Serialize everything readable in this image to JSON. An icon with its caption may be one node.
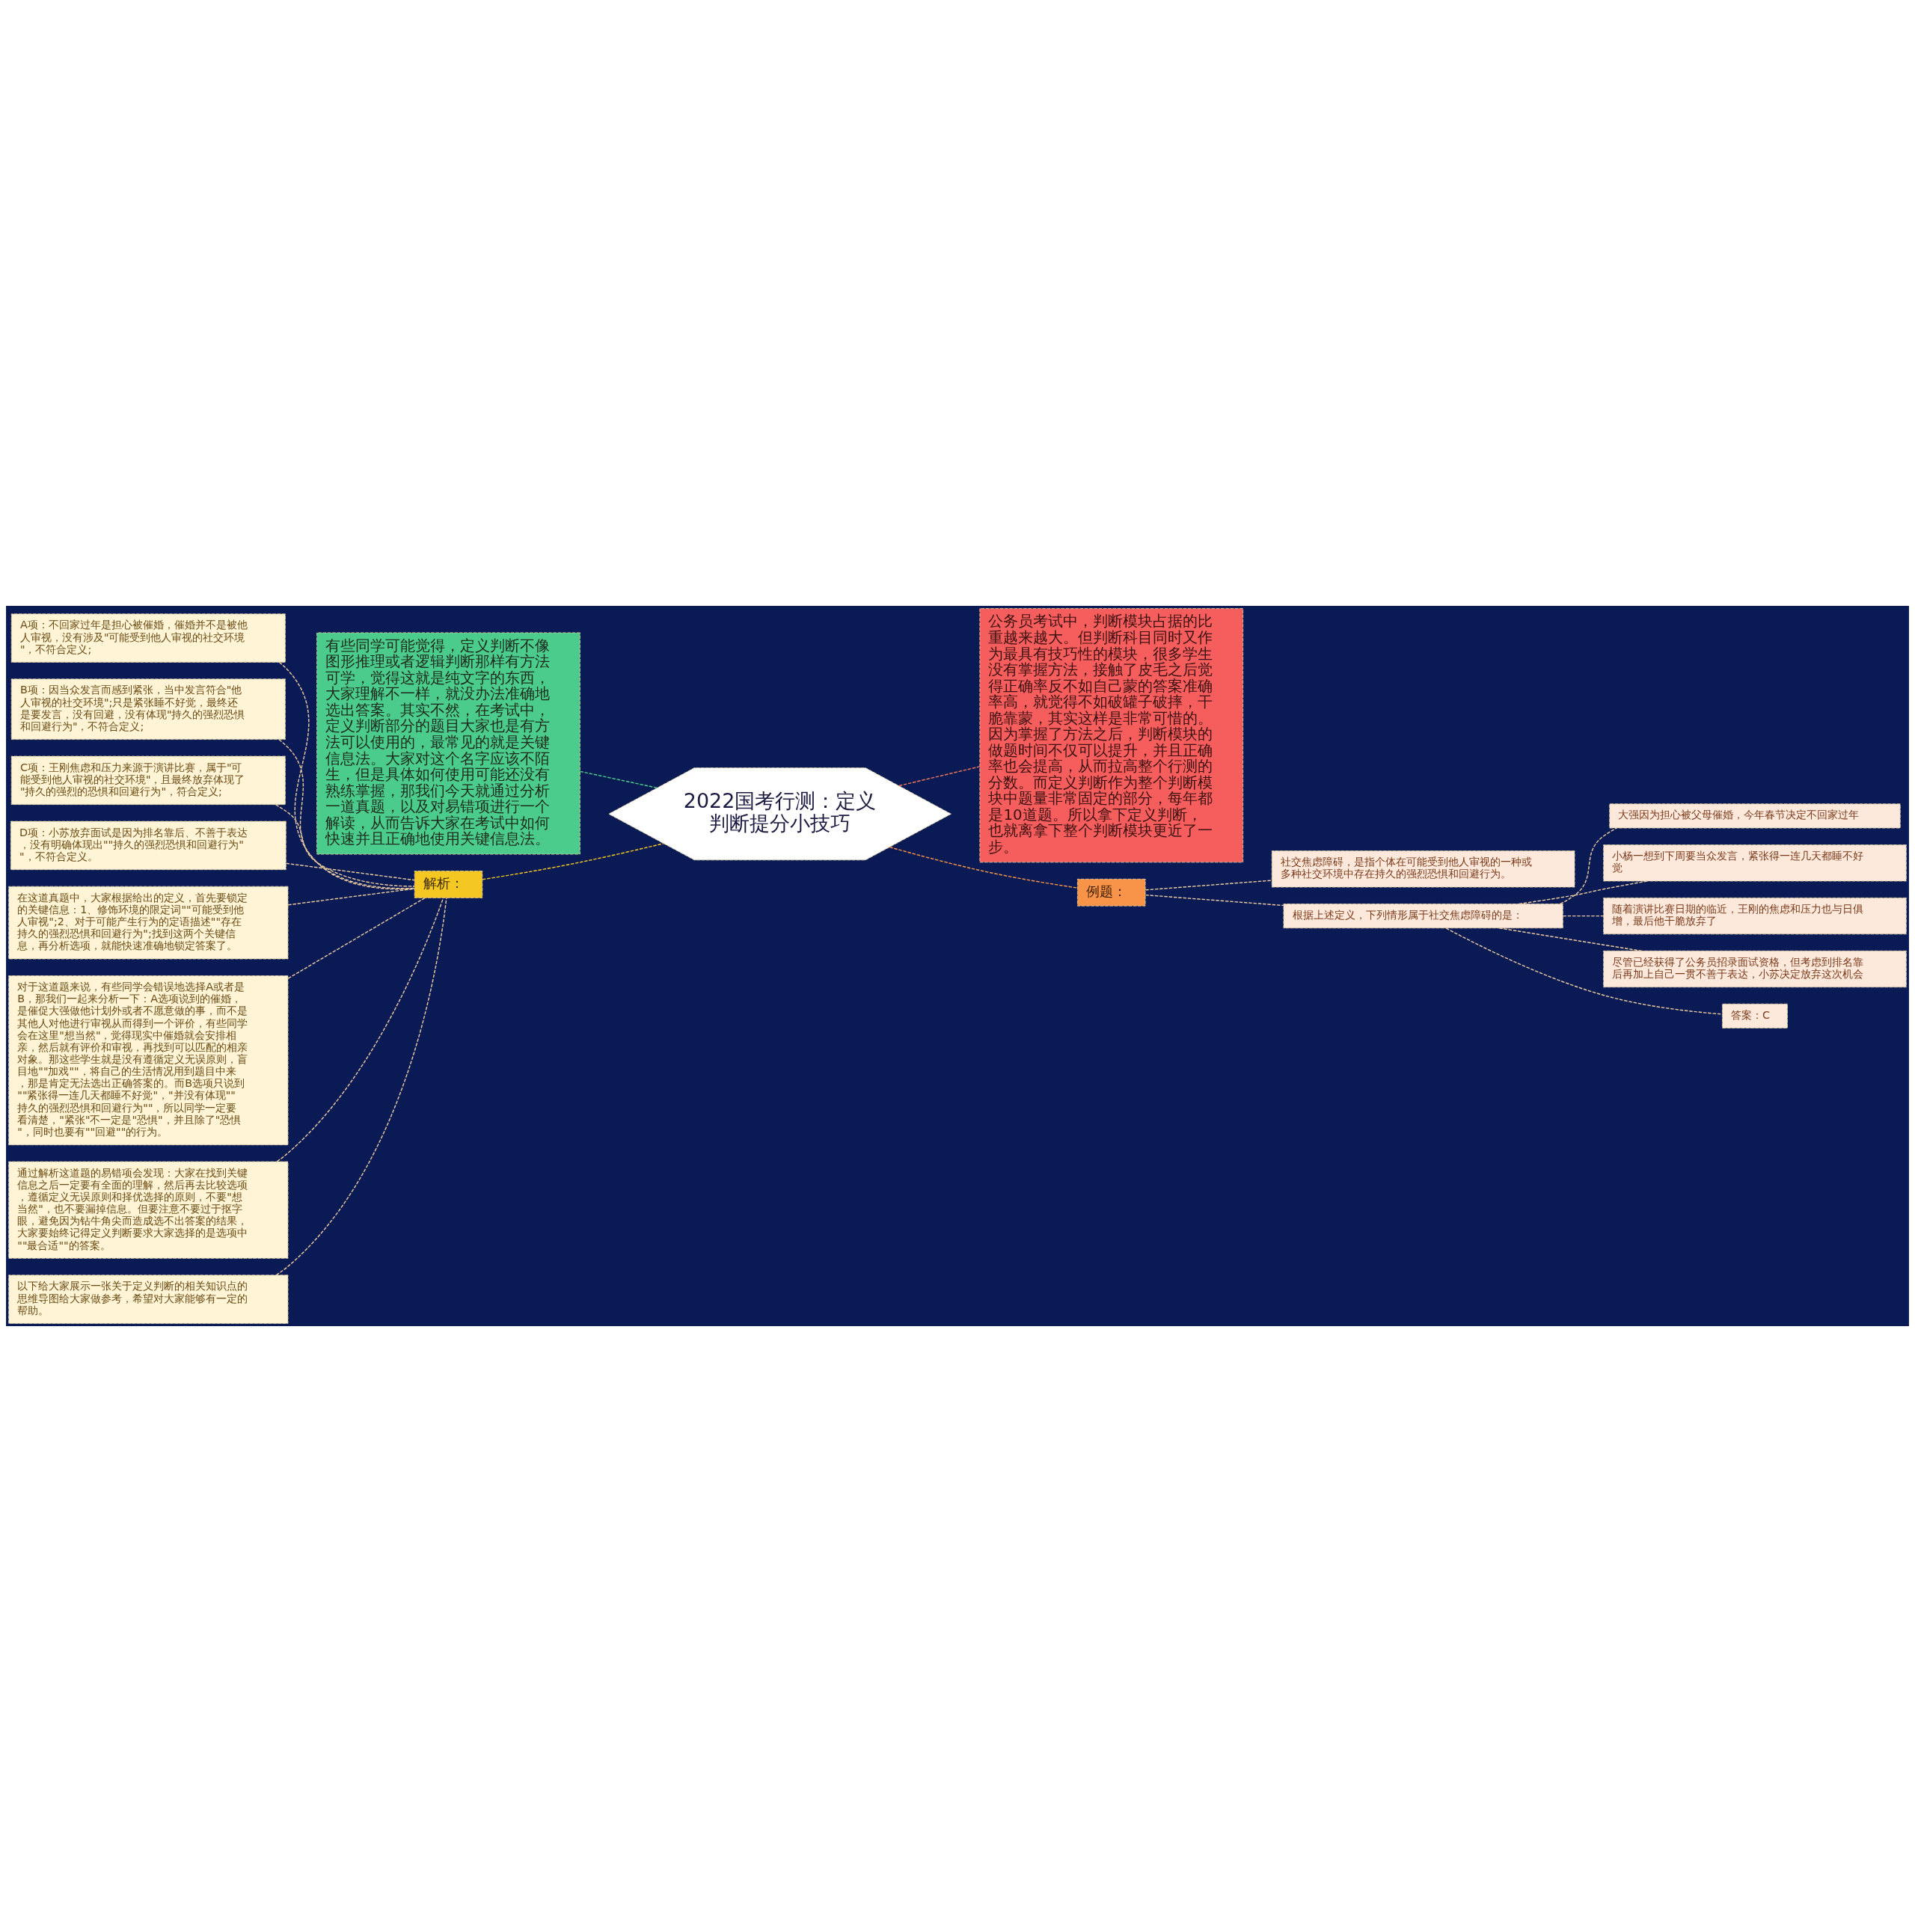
{
  "diagram": {
    "nodes": [
      {
        "text": [
          "2022国考行测：定义判断提分小技巧"
        ]
      },
      {
        "text": [
          "有些同学可能觉得，定义判断不像图形推理或者逻辑判断那样有方法可学，觉得这就是纯文字的东西，大家理解不一样，就没办法准确地选出答案。其实不然，在考试中，定义判断部分的题目大家也是有方法可以使用的，最常见的就是关键信息法。大家对这个名字应该不陌生，但是具体如何使用可能还没有熟练掌握，那我们今天就通过分析一道真题，以及对易错项进行一个解读，从而告诉大家在考试中如何快速并且正确地使用关键信息法。"
        ]
      },
      {
        "text": [
          "解析："
        ]
      },
      {
        "text": [
          "A项：不回家过年是担心被催婚，催婚并不是被他人审视，没有涉及\"可能受到他人审视的社交环境\"，不符合定义;"
        ]
      },
      {
        "text": [
          "B项：因当众发言而感到紧张，当中发言符合\"他人审视的社交环境\";只是紧张睡不好觉，最终还是要发言，没有回避，没有体现\"持久的强烈恐惧和回避行为\"，不符合定义;"
        ]
      },
      {
        "text": [
          "C项：王刚焦虑和压力来源于演讲比赛，属于\"可能受到他人审视的社交环境\"，且最终放弃体现了\"持久的强烈的恐惧和回避行为\"，符合定义;"
        ]
      },
      {
        "text": [
          "D项：小苏放弃面试是因为排名靠后、不善于表达，没有明确体现出\"\"持久的强烈恐惧和回避行为\"\"，不符合定义。"
        ]
      },
      {
        "text": [
          "在这道真题中，大家根据给出的定义，首先要锁定的关键信息：1、修饰环境的限定词\"\"可能受到他人审视\";2、对于可能产生行为的定语描述\"\"存在持久的强烈恐惧和回避行为\";找到这两个关键信息，再分析选项，就能快速准确地锁定答案了。"
        ]
      },
      {
        "text": [
          "对于这道题来说，有些同学会错误地选择A或者是B，那我们一起来分析一下：A选项说到的催婚，是催促大强做他计划外或者不愿意做的事，而不是其他人对他进行审视从而得到一个评价，有些同学会在这里\"想当然\"，觉得现实中催婚就会安排相亲，然后就有评价和审视，再找到可以匹配的相亲对象。那这些学生就是没有遵循定义无误原则，盲目地\"\"加戏\"\"，将自己的生活情况用到题目中来，那是肯定无法选出正确答案的。而B选项只说到\"\"紧张得一连几天都睡不好觉\"，\"并没有体现\"\"持久的强烈恐惧和回避行为\"\"，所以同学一定要看清楚，\"紧张\"不一定是\"恐惧\"，并且除了\"恐惧\"，同时也要有\"\"回避\"\"的行为。"
        ]
      },
      {
        "text": [
          "通过解析这道题的易错项会发现：大家在找到关键信息之后一定要有全面的理解，然后再去比较选项，遵循定义无误原则和择优选择的原则，不要\"想当然\"，也不要漏掉信息。但要注意不要过于抠字眼，避免因为钻牛角尖而造成选不出答案的结果，大家要始终记得定义判断要求大家选择的是选项中\"\"最合适\"\"的答案。"
        ]
      },
      {
        "text": [
          "以下给大家展示一张关于定义判断的相关知识点的思维导图给大家做参考，希望对大家能够有一定的帮助。"
        ]
      },
      {
        "text": [
          "公务员考试中，判断模块占据的比重越来越大。但判断科目同时又作为最具有技巧性的模块，很多学生没有掌握方法，接触了皮毛之后觉得正确率反不如自己蒙的答案准确率高，就觉得不如破罐子破摔，干脆靠蒙，其实这样是非常可惜的。因为掌握了方法之后，判断模块的做题时间不仅可以提升，并且正确率也会提高，从而拉高整个行测的分数。而定义判断作为整个判断模块中题量非常固定的部分，每年都是10道题。所以拿下定义判断，也就离拿下整个判断模块更近了一步。"
        ]
      },
      {
        "text": [
          "例题："
        ]
      },
      {
        "text": [
          "社交焦虑障碍，是指个体在可能受到他人审视的一种或多种社交环境中存在持久的强烈恐惧和回避行为。"
        ]
      },
      {
        "text": [
          "根据上述定义，下列情形属于社交焦虑障碍的是："
        ]
      },
      {
        "text": [
          "大强因为担心被父母催婚，今年春节决定不回家过年"
        ]
      },
      {
        "text": [
          "小杨一想到下周要当众发言，紧张得一连几天都睡不好觉"
        ]
      },
      {
        "text": [
          "随着演讲比赛日期的临近，王刚的焦虑和压力也与日俱增，最后他干脆放弃了"
        ]
      },
      {
        "text": [
          "尽管已经获得了公务员招录面试资格，但考虑到排名靠后再加上自己一贯不善于表达，小苏决定放弃这次机会"
        ]
      },
      {
        "text": [
          "答案：C"
        ]
      }
    ],
    "edges": [
      {
        "from": 0,
        "to": 1,
        "arrow": "none",
        "style": "dashed",
        "color": "#4ccc8c"
      },
      {
        "from": 0,
        "to": 2,
        "arrow": "none",
        "style": "dashed",
        "color": "#f5c723"
      },
      {
        "from": 2,
        "to": 3,
        "arrow": "none",
        "style": "dashed"
      },
      {
        "from": 2,
        "to": 4,
        "arrow": "none",
        "style": "dashed"
      },
      {
        "from": 2,
        "to": 5,
        "arrow": "none",
        "style": "dashed"
      },
      {
        "from": 2,
        "to": 6,
        "arrow": "none",
        "style": "dashed"
      },
      {
        "from": 2,
        "to": 7,
        "arrow": "none",
        "style": "dashed"
      },
      {
        "from": 2,
        "to": 8,
        "arrow": "none",
        "style": "dashed"
      },
      {
        "from": 2,
        "to": 9,
        "arrow": "none",
        "style": "dashed"
      },
      {
        "from": 2,
        "to": 10,
        "arrow": "none",
        "style": "dashed"
      },
      {
        "from": 0,
        "to": 11,
        "arrow": "none",
        "style": "dashed",
        "color": "#f2765c"
      },
      {
        "from": 0,
        "to": 12,
        "arrow": "none",
        "style": "dashed",
        "color": "#f7944a"
      },
      {
        "from": 12,
        "to": 13,
        "arrow": "none",
        "style": "dashed"
      },
      {
        "from": 12,
        "to": 14,
        "arrow": "none",
        "style": "dashed"
      },
      {
        "from": 14,
        "to": 15,
        "arrow": "none",
        "style": "dashed"
      },
      {
        "from": 14,
        "to": 16,
        "arrow": "none",
        "style": "dashed"
      },
      {
        "from": 14,
        "to": 17,
        "arrow": "none",
        "style": "dashed"
      },
      {
        "from": 14,
        "to": 18,
        "arrow": "none",
        "style": "dashed"
      },
      {
        "from": 14,
        "to": 19,
        "arrow": "none",
        "style": "dashed"
      }
    ]
  }
}
